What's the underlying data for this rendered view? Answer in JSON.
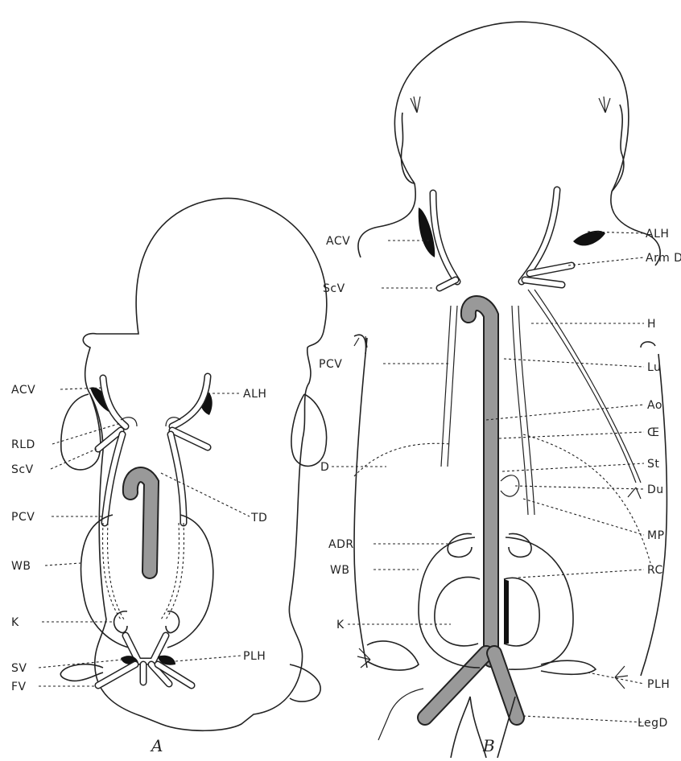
{
  "figure": {
    "panel_a": {
      "caption": "A",
      "labels": {
        "acv": "ACV",
        "rld": "RLD",
        "scv": "ScV",
        "pcv": "PCV",
        "wb": "WB",
        "k": "K",
        "sv": "SV",
        "fv": "FV",
        "alh": "ALH",
        "td": "TD",
        "plh": "PLH"
      }
    },
    "panel_b": {
      "caption": "B",
      "labels": {
        "acv": "ACV",
        "scv": "ScV",
        "pcv": "PCV",
        "d": "D",
        "adr": "ADR",
        "wb": "WB",
        "k": "K",
        "alh": "ALH",
        "armd": "Arm D",
        "h": "H",
        "lu": "Lu",
        "ao": "Ao",
        "oe": "Œ",
        "st": "St",
        "du": "Du",
        "mp": "MP",
        "rc": "RC",
        "plh": "PLH",
        "legd": "LegD"
      }
    }
  }
}
